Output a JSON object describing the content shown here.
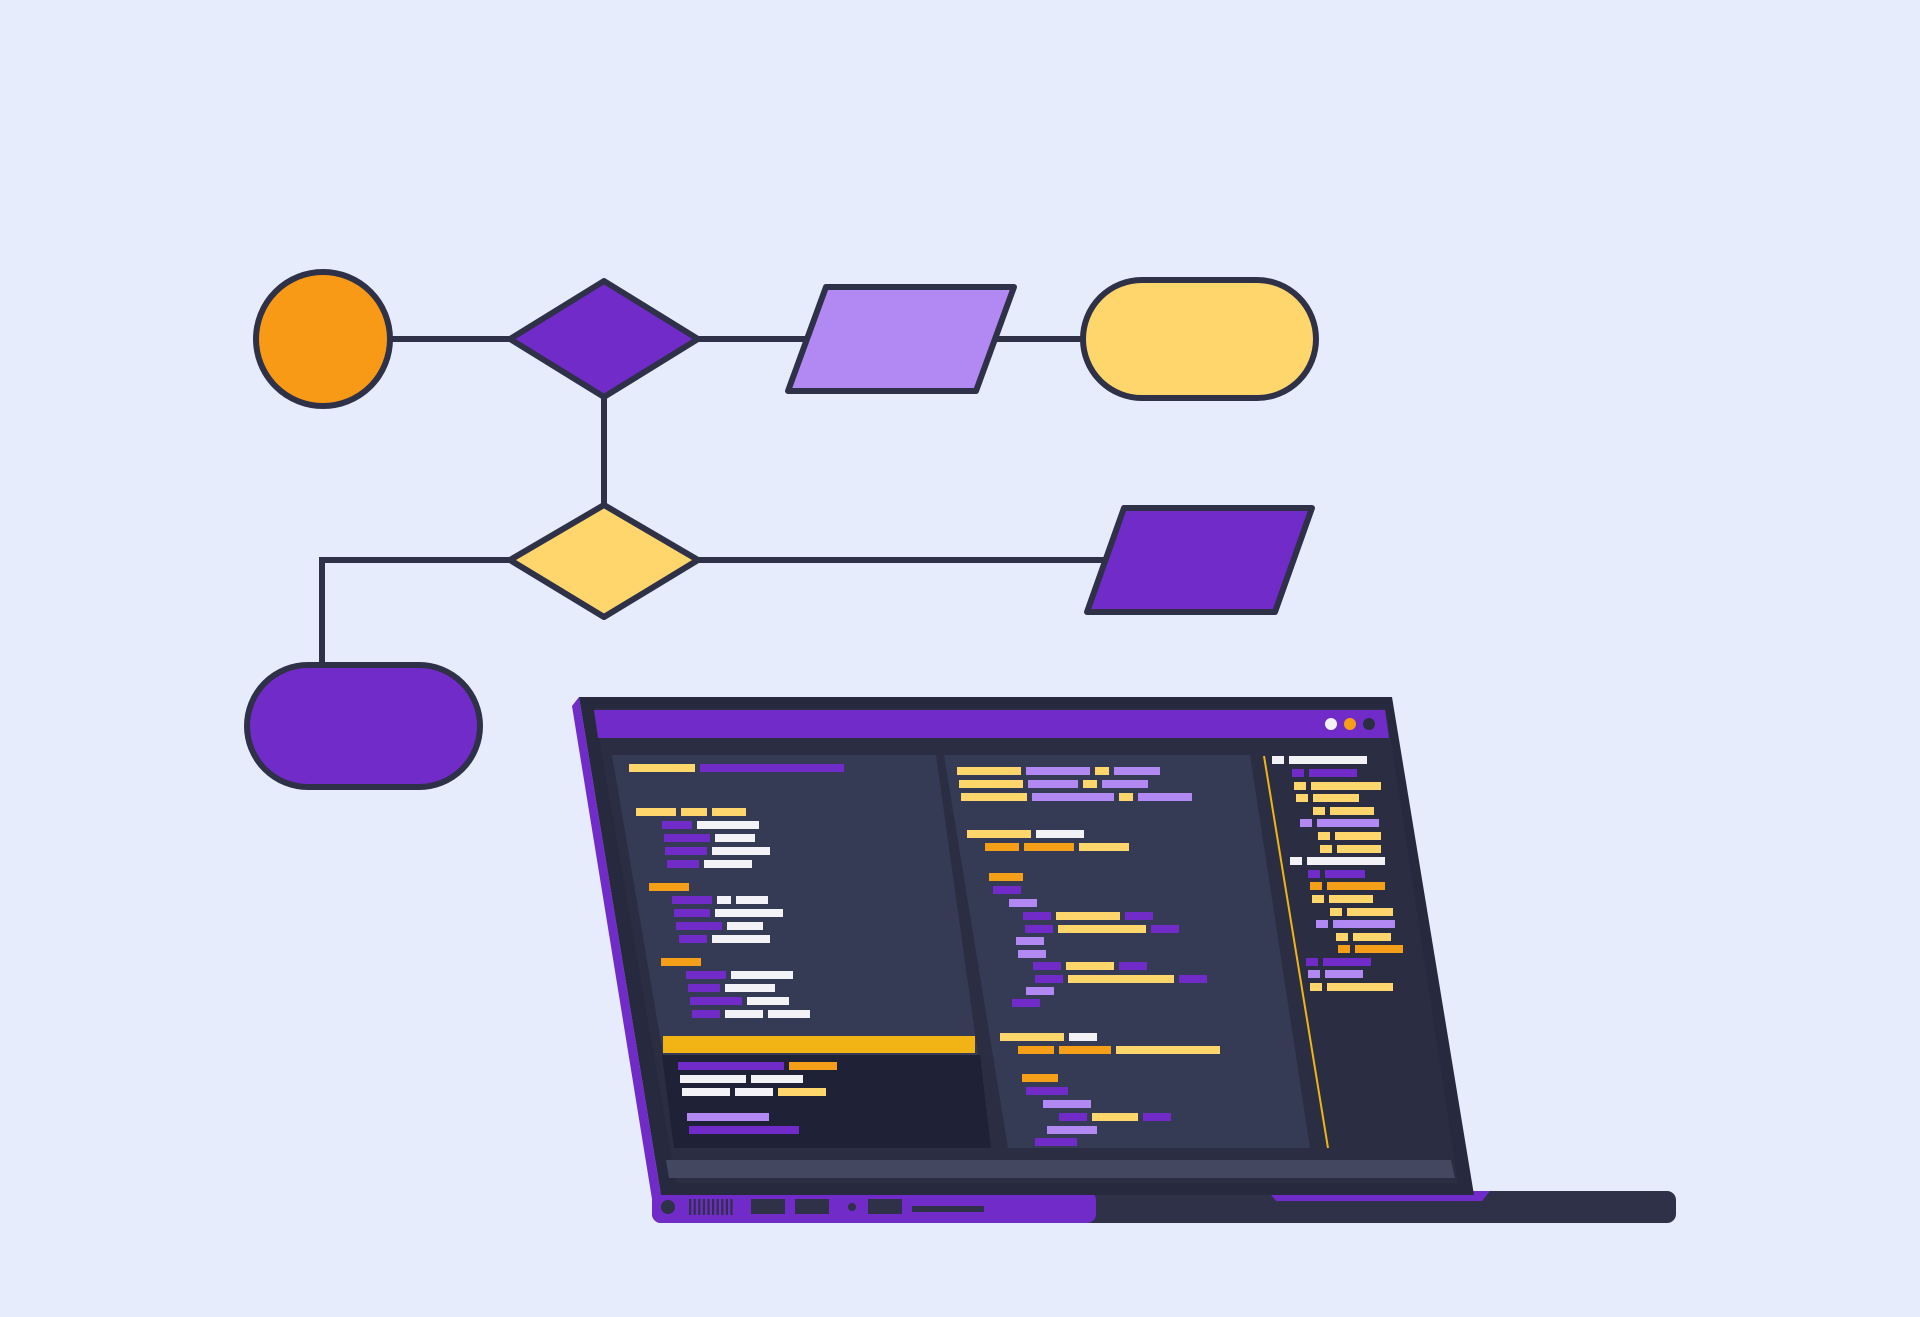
{
  "colors": {
    "background": "#e7ecfd",
    "outline": "#2e3147",
    "orange": "#f99a16",
    "purple": "#712bc8",
    "lavender": "#b288f3",
    "yellow": "#fed66c",
    "screen_panel": "#353a55",
    "screen_bg": "#2b2e43",
    "screen_dark": "#1f2137",
    "bezel": "#272a3e",
    "code_white": "#f2f2f7",
    "code_amber": "#f2b414",
    "code_orange": "#f59e18"
  },
  "flowchart": {
    "nodes": [
      {
        "name": "start-circle",
        "shape": "circle",
        "fill": "orange"
      },
      {
        "name": "decision-diamond-top",
        "shape": "diamond",
        "fill": "purple"
      },
      {
        "name": "input-parallelogram-top",
        "shape": "parallelogram",
        "fill": "lavender"
      },
      {
        "name": "terminal-pill-top",
        "shape": "pill",
        "fill": "yellow"
      },
      {
        "name": "decision-diamond-bottom",
        "shape": "diamond",
        "fill": "yellow"
      },
      {
        "name": "output-parallelogram-bottom",
        "shape": "parallelogram",
        "fill": "purple"
      },
      {
        "name": "terminal-pill-bottom",
        "shape": "pill",
        "fill": "purple"
      }
    ]
  },
  "laptop": {
    "window_control_icons": [
      "white-dot-icon",
      "orange-dot-icon",
      "dark-dot-icon"
    ],
    "status_bar_icons": [
      "power-icon",
      "vent-grille-icon",
      "port-icon",
      "indicator-light-icon"
    ]
  }
}
